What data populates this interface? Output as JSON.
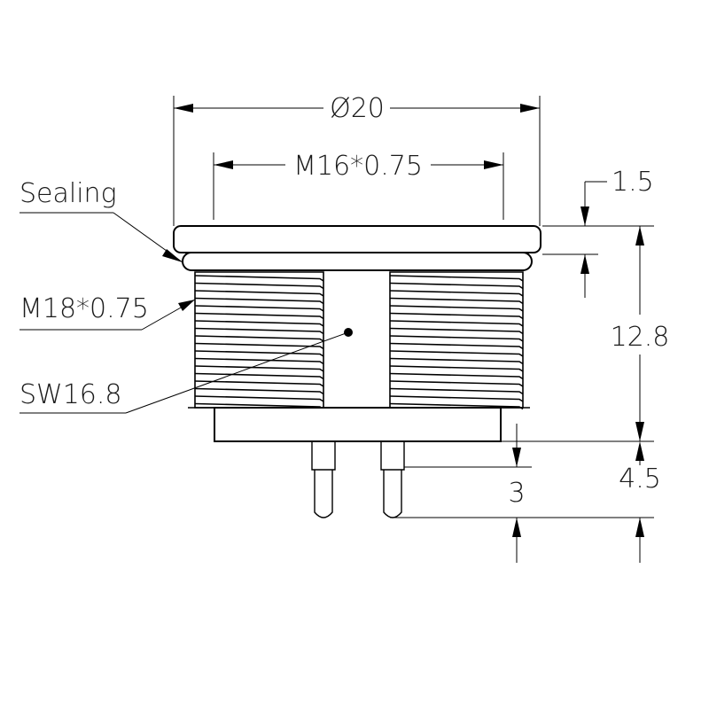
{
  "dimensions": {
    "outer_diameter": "Ø20",
    "inner_thread": "M16*0.75",
    "flange_thickness": "1.5",
    "body_height": "12.8",
    "pin_total": "4.5",
    "pin_tip": "3"
  },
  "labels": {
    "sealing": "Sealing",
    "outer_thread": "M18*0.75",
    "wrench": "SW16.8"
  }
}
